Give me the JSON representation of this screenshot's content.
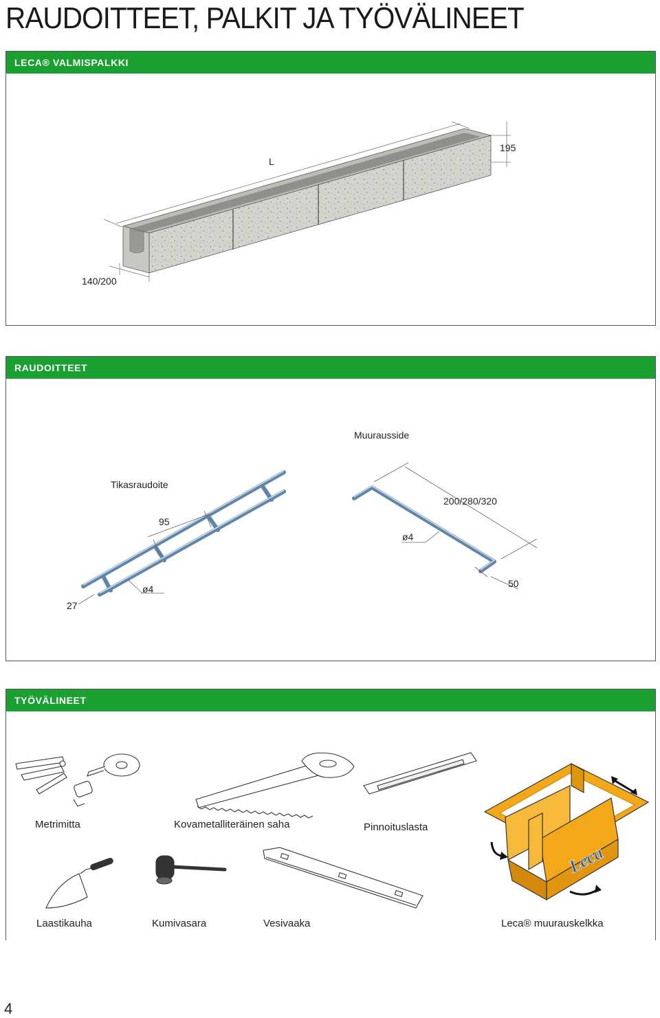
{
  "page_title": "RAUDOITTEET, PALKIT JA TYÖVÄLINEET",
  "sections": {
    "valmispalkki": {
      "header": "LECA® VALMISPALKKI",
      "dim_length": "L",
      "dim_height": "195",
      "dim_width": "140/200"
    },
    "raudoitteet": {
      "header": "RAUDOITTEET",
      "label_muurausside": "Muurausside",
      "label_tikasraudoite": "Tikasraudoite",
      "dim_95": "95",
      "dim_diam_left": "ø4",
      "dim_27": "27",
      "dim_lengths": "200/280/320",
      "dim_diam_right": "ø4",
      "dim_50": "50"
    },
    "tyovalineet": {
      "header": "TYÖVÄLINEET",
      "tools": {
        "metrimitta": "Metrimitta",
        "saha": "Kovametalliteräinen saha",
        "pinnoituslasta": "Pinnoituslasta",
        "laastikauha": "Laastikauha",
        "kumivasara": "Kumivasara",
        "vesivaaka": "Vesivaaka",
        "muurauskelkka": "Leca® muurauskelkka"
      },
      "sledge_logo": "Leca"
    }
  },
  "page_number": "4",
  "colors": {
    "header_green": "#1aa031",
    "sledge_orange": "#f5a81c",
    "rebar_blue": "#6b8fb0",
    "concrete_grey": "#d6d6d2"
  }
}
